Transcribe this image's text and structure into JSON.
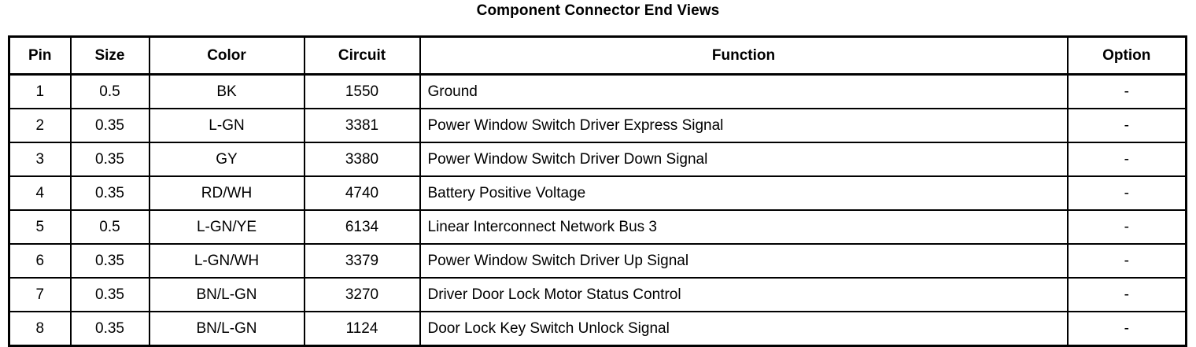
{
  "title": "Component Connector End Views",
  "table": {
    "columns": [
      {
        "key": "pin",
        "label": "Pin",
        "align": "center"
      },
      {
        "key": "size",
        "label": "Size",
        "align": "center"
      },
      {
        "key": "color",
        "label": "Color",
        "align": "center"
      },
      {
        "key": "circuit",
        "label": "Circuit",
        "align": "center"
      },
      {
        "key": "function",
        "label": "Function",
        "align": "left"
      },
      {
        "key": "option",
        "label": "Option",
        "align": "center"
      }
    ],
    "rows": [
      {
        "pin": "1",
        "size": "0.5",
        "color": "BK",
        "circuit": "1550",
        "function": "Ground",
        "option": "-"
      },
      {
        "pin": "2",
        "size": "0.35",
        "color": "L-GN",
        "circuit": "3381",
        "function": "Power Window Switch Driver Express Signal",
        "option": "-"
      },
      {
        "pin": "3",
        "size": "0.35",
        "color": "GY",
        "circuit": "3380",
        "function": "Power Window Switch Driver Down Signal",
        "option": "-"
      },
      {
        "pin": "4",
        "size": "0.35",
        "color": "RD/WH",
        "circuit": "4740",
        "function": "Battery Positive Voltage",
        "option": "-"
      },
      {
        "pin": "5",
        "size": "0.5",
        "color": "L-GN/YE",
        "circuit": "6134",
        "function": "Linear Interconnect Network Bus 3",
        "option": "-"
      },
      {
        "pin": "6",
        "size": "0.35",
        "color": "L-GN/WH",
        "circuit": "3379",
        "function": "Power Window Switch Driver Up Signal",
        "option": "-"
      },
      {
        "pin": "7",
        "size": "0.35",
        "color": "BN/L-GN",
        "circuit": "3270",
        "function": "Driver Door Lock Motor Status Control",
        "option": "-"
      },
      {
        "pin": "8",
        "size": "0.35",
        "color": "BN/L-GN",
        "circuit": "1124",
        "function": "Door Lock Key Switch Unlock Signal",
        "option": "-"
      }
    ]
  },
  "colors": {
    "text": "#000000",
    "background": "#ffffff",
    "border": "#000000"
  }
}
